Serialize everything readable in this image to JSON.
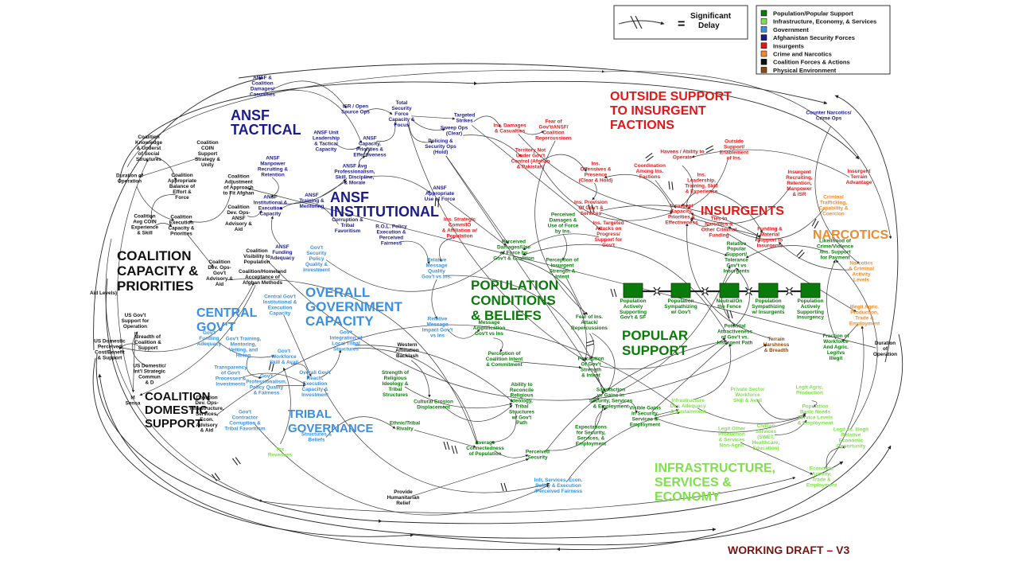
{
  "colors": {
    "population": "#0a7a0a",
    "infrastructure": "#7ee04a",
    "government": "#3a8fe0",
    "ansf": "#1b1b8a",
    "insurgents": "#e01818",
    "narcotics": "#f08a2c",
    "coalition": "#111111",
    "physical": "#8a4a10",
    "stock_fill": "#0a7a0a"
  },
  "legend": {
    "delay_label": "Significant Delay",
    "delay_equals": "=",
    "items": [
      {
        "label": "Population/Popular Support",
        "color": "#0a7a0a"
      },
      {
        "label": "Infrastructure, Economy, & Services",
        "color": "#7ee04a"
      },
      {
        "label": "Government",
        "color": "#3a8fe0"
      },
      {
        "label": "Afghanistan Security Forces",
        "color": "#1b1b8a"
      },
      {
        "label": "Insurgents",
        "color": "#e01818"
      },
      {
        "label": "Crime and Narcotics",
        "color": "#f08a2c"
      },
      {
        "label": "Coalition Forces & Actions",
        "color": "#111111"
      },
      {
        "label": "Physical Environment",
        "color": "#8a4a10"
      }
    ]
  },
  "footer": {
    "draft_label": "WORKING DRAFT – V3"
  },
  "regions": [
    {
      "lines": [
        "ANSF",
        "TACTICAL"
      ],
      "group": "ansf"
    },
    {
      "lines": [
        "ANSF",
        "INSTITUTIONAL"
      ],
      "group": "ansf"
    },
    {
      "lines": [
        "OUTSIDE SUPPORT",
        "TO INSURGENT",
        "FACTIONS"
      ],
      "group": "insurgents"
    },
    {
      "lines": [
        "INSURGENTS"
      ],
      "group": "insurgents"
    },
    {
      "lines": [
        "NARCOTICS"
      ],
      "group": "narcotics"
    },
    {
      "lines": [
        "COALITION",
        "CAPACITY &",
        "PRIORITIES"
      ],
      "group": "coalition"
    },
    {
      "lines": [
        "OVERALL",
        "GOVERNMENT",
        "CAPACITY"
      ],
      "group": "government"
    },
    {
      "lines": [
        "CENTRAL",
        "GOV'T"
      ],
      "group": "government"
    },
    {
      "lines": [
        "POPULATION",
        "CONDITIONS",
        "& BELIEFS"
      ],
      "group": "population"
    },
    {
      "lines": [
        "POPULAR",
        "SUPPORT"
      ],
      "group": "population"
    },
    {
      "lines": [
        "COALITION",
        "DOMESTIC",
        "SUPPORT"
      ],
      "group": "coalition"
    },
    {
      "lines": [
        "TRIBAL",
        "GOVERNANCE"
      ],
      "group": "government"
    },
    {
      "lines": [
        "INFRASTRUCTURE,",
        "SERVICES &",
        "ECONOMY"
      ],
      "group": "infrastructure"
    }
  ],
  "stocks": [
    {
      "label": [
        "Population",
        "Actively",
        "Supporting",
        "Gov't & SF"
      ]
    },
    {
      "label": [
        "Population",
        "Sympathizing",
        "w/ Gov't"
      ]
    },
    {
      "label": [
        "Neutral/On",
        "the Fence"
      ]
    },
    {
      "label": [
        "Population",
        "Sympathizing",
        "w/ Insurgents"
      ]
    },
    {
      "label": [
        "Population",
        "Actively",
        "Supporting",
        "Insurgency"
      ]
    }
  ],
  "nodes": [
    {
      "lines": [
        "ANSF &",
        "Coalition",
        "Damages/",
        "Casualties"
      ],
      "group": "ansf"
    },
    {
      "lines": [
        "ISR / Open",
        "Source Ops"
      ],
      "group": "ansf"
    },
    {
      "lines": [
        "Total",
        "Security",
        "Force",
        "Capacity &",
        "Focus"
      ],
      "group": "ansf"
    },
    {
      "lines": [
        "Targeted",
        "Strikes"
      ],
      "group": "ansf"
    },
    {
      "lines": [
        "Sweep Ops",
        "(Clear)"
      ],
      "group": "ansf"
    },
    {
      "lines": [
        "Policing &",
        "Security Ops",
        "(Hold)"
      ],
      "group": "ansf"
    },
    {
      "lines": [
        "ANSF Unit",
        "Leadership",
        "& Tactical",
        "Capacity"
      ],
      "group": "ansf"
    },
    {
      "lines": [
        "ANSF",
        "Capacity,",
        "Priorities &",
        "Effectiveness"
      ],
      "group": "ansf"
    },
    {
      "lines": [
        "ANSF",
        "Manpower",
        "Recruiting &",
        "Retention"
      ],
      "group": "ansf"
    },
    {
      "lines": [
        "ANSF Avg",
        "Professionalism,",
        "Skill, Discipline,",
        "& Morale"
      ],
      "group": "ansf"
    },
    {
      "lines": [
        "ANSF",
        "Training &",
        "Mentoring"
      ],
      "group": "ansf"
    },
    {
      "lines": [
        "ANSF",
        "Institutional &",
        "Execution",
        "Capacity"
      ],
      "group": "ansf"
    },
    {
      "lines": [
        "Corruption &",
        "Tribal",
        "Favoritism"
      ],
      "group": "ansf"
    },
    {
      "lines": [
        "R.O.L. Policy",
        "Execution &",
        "Perceived",
        "Fairness"
      ],
      "group": "ansf"
    },
    {
      "lines": [
        "ANSF",
        "Funding",
        "Adequacy"
      ],
      "group": "ansf"
    },
    {
      "lines": [
        "ANSF",
        "Appropriate",
        "Use of Force"
      ],
      "group": "ansf"
    },
    {
      "lines": [
        "Ins. Damages",
        "& Casualties"
      ],
      "group": "insurgents"
    },
    {
      "lines": [
        "Fear of",
        "Gov't/ANSF/",
        "Coalition",
        "Repercussions"
      ],
      "group": "insurgents"
    },
    {
      "lines": [
        "Territory Not",
        "Under Gov't",
        "Control (Afghan",
        "& Pakistan)"
      ],
      "group": "insurgents"
    },
    {
      "lines": [
        "Ins.",
        "Offensives &",
        "Presence",
        "(Clear & Hold)"
      ],
      "group": "insurgents"
    },
    {
      "lines": [
        "Ins. Provision",
        "Of Gov't &",
        "Services"
      ],
      "group": "insurgents"
    },
    {
      "lines": [
        "Ins. Targeted",
        "Attacks on",
        "Progress/",
        "Support for",
        "Gov't"
      ],
      "group": "insurgents"
    },
    {
      "lines": [
        "Ins. Strategic",
        "Comm/IO",
        "& Affiliation w/",
        "Population"
      ],
      "group": "insurgents"
    },
    {
      "lines": [
        "Havens / Ability to",
        "Operate"
      ],
      "group": "insurgents"
    },
    {
      "lines": [
        "Outside",
        "Support/",
        "Enablement",
        "of Ins."
      ],
      "group": "insurgents"
    },
    {
      "lines": [
        "Coordination",
        "Among Ins.",
        "Factions"
      ],
      "group": "insurgents"
    },
    {
      "lines": [
        "Ins.",
        "Leadership,",
        "Training, Skill",
        "& Experience"
      ],
      "group": "insurgents"
    },
    {
      "lines": [
        "Insurgent",
        "Capacity,",
        "Priorities &",
        "Effectiveness"
      ],
      "group": "insurgents"
    },
    {
      "lines": [
        "Insurgent",
        "Recruiting,",
        "Retention,",
        "Manpower",
        "& ISR"
      ],
      "group": "insurgents"
    },
    {
      "lines": [
        "Ties to",
        "Narcotics &",
        "Other Criminal",
        "Funding"
      ],
      "group": "insurgents"
    },
    {
      "lines": [
        "Funding &",
        "Material",
        "Support to",
        "Insurgents"
      ],
      "group": "insurgents"
    },
    {
      "lines": [
        "Insurgent",
        "Terrain",
        "Advantage"
      ],
      "group": "insurgents"
    },
    {
      "lines": [
        "Counter Narcotics/",
        "Crime Ops"
      ],
      "group": "ansf"
    },
    {
      "lines": [
        "Criminal",
        "Trafficking,",
        "Capability &",
        "Coercion"
      ],
      "group": "narcotics"
    },
    {
      "lines": [
        "Narcotics",
        "& Criminal",
        "Activity",
        "Levels"
      ],
      "group": "narcotics"
    },
    {
      "lines": [
        "Illegit Agric.",
        "Production,",
        "Trade &",
        "Employment"
      ],
      "group": "narcotics"
    },
    {
      "lines": [
        "Likelihood of",
        "Crime/Violence",
        "/Ins. Support",
        "for Payment"
      ],
      "group": "population"
    },
    {
      "lines": [
        "Relative",
        "Popular",
        "Support/",
        "Tolerance",
        "Gov't vs",
        "Insurgents"
      ],
      "group": "population"
    },
    {
      "lines": [
        "Perceived",
        "Damages/Use",
        "of Force by",
        "Gov't & Coalition"
      ],
      "group": "population"
    },
    {
      "lines": [
        "Perceived",
        "Damages &",
        "Use of Force",
        "by Ins."
      ],
      "group": "population"
    },
    {
      "lines": [
        "Perception of",
        "Insurgent",
        "Strength &",
        "Intent"
      ],
      "group": "population"
    },
    {
      "lines": [
        "Relative",
        "Message",
        "Quality",
        "Gov't vs Ins."
      ],
      "group": "government"
    },
    {
      "lines": [
        "Relative",
        "Message",
        "Impact Gov't",
        "vs Ins"
      ],
      "group": "government"
    },
    {
      "lines": [
        "Message",
        "Amplification",
        "Gov't vs Ins"
      ],
      "group": "population"
    },
    {
      "lines": [
        "Fear of Ins.",
        "Attack/",
        "Repercussions"
      ],
      "group": "population"
    },
    {
      "lines": [
        "Perception of",
        "Coalition Intent",
        "& Commitment"
      ],
      "group": "population"
    },
    {
      "lines": [
        "Perception",
        "Of Gov't",
        "Strength",
        "& Intent"
      ],
      "group": "population"
    },
    {
      "lines": [
        "Potential",
        "Attractiveness",
        "of Gov't vs.",
        "Insurgent Path"
      ],
      "group": "population"
    },
    {
      "lines": [
        "Terrain",
        "Harshness",
        "& Breadth"
      ],
      "group": "physical"
    },
    {
      "lines": [
        "Fraction of",
        "Workforce",
        "And Agric.",
        "Legitvs",
        "Illegit"
      ],
      "group": "population"
    },
    {
      "lines": [
        "Duration",
        "of",
        "Operation"
      ],
      "group": "coalition"
    },
    {
      "lines": [
        "Strength of",
        "Religious",
        "Ideology &",
        "Tribal",
        "Structures"
      ],
      "group": "population"
    },
    {
      "lines": [
        "Cultural Erosion",
        "Displacement"
      ],
      "group": "population"
    },
    {
      "lines": [
        "Ability to",
        "Reconcile",
        "Religious",
        "Ideology,",
        "Tribal",
        "Structures",
        "w/ Gov't",
        "Path"
      ],
      "group": "population"
    },
    {
      "lines": [
        "Western",
        "Affiliation",
        "Backlash"
      ],
      "group": "coalition"
    },
    {
      "lines": [
        "Ethnic/Tribal",
        "Rivalry"
      ],
      "group": "population"
    },
    {
      "lines": [
        "Average",
        "Connectedness",
        "of Population"
      ],
      "group": "population"
    },
    {
      "lines": [
        "Perceived",
        "Security"
      ],
      "group": "population"
    },
    {
      "lines": [
        "Satisfaction",
        "w/ Gains in",
        "Security, Services",
        "& Employment"
      ],
      "group": "population"
    },
    {
      "lines": [
        "Expectations",
        "for Security,",
        "Services, &",
        "Employment"
      ],
      "group": "population"
    },
    {
      "lines": [
        "Visible Gains",
        "In Security,",
        "Services &",
        "Employment"
      ],
      "group": "population"
    },
    {
      "lines": [
        "Infrastructure",
        "Dev. Adequacy",
        "& Sustainment"
      ],
      "group": "infrastructure"
    },
    {
      "lines": [
        "Private Sector",
        "Workforce",
        "Skill & Avail"
      ],
      "group": "infrastructure"
    },
    {
      "lines": [
        "Legit Agric.",
        "Production"
      ],
      "group": "infrastructure"
    },
    {
      "lines": [
        "Population",
        "Basic Needs",
        "Service Levels",
        "& Employment"
      ],
      "group": "infrastructure"
    },
    {
      "lines": [
        "Legit Other",
        "Production",
        "& Services",
        "Non-Agric"
      ],
      "group": "infrastructure"
    },
    {
      "lines": [
        "Civilian",
        "Services",
        "(SWET,",
        "Healthcare,",
        "Education)"
      ],
      "group": "infrastructure"
    },
    {
      "lines": [
        "Legit vs. Illegit",
        "Relative",
        "Economic",
        "Opportunity"
      ],
      "group": "infrastructure"
    },
    {
      "lines": [
        "Economic",
        "Activity,",
        "Trade &",
        "Employment"
      ],
      "group": "infrastructure"
    },
    {
      "lines": [
        "Infr, Services, Econ.",
        "Policy & Execution",
        "/Perceived Fairness"
      ],
      "group": "government"
    },
    {
      "lines": [
        "Provide",
        "Humanitarian",
        "Relief"
      ],
      "group": "coalition"
    },
    {
      "lines": [
        "Tax",
        "Revenues"
      ],
      "group": "infrastructure"
    },
    {
      "lines": [
        "Gov't",
        "Contractor",
        "Corruption &",
        "Tribal Favoritism"
      ],
      "group": "government"
    },
    {
      "lines": [
        "Coalition",
        "Dev. Ops-",
        "Infrastructure,",
        "Services,",
        "Econ.",
        "Advisory",
        "& Aid"
      ],
      "group": "coalition"
    },
    {
      "lines": [
        "Transparency",
        "of Gov't",
        "Processes &",
        "Investments"
      ],
      "group": "government"
    },
    {
      "lines": [
        "Gov't",
        "Professionalism,",
        "Policy Quality",
        "& Fairness"
      ],
      "group": "government"
    },
    {
      "lines": [
        "Overall Gov't",
        "Reach,",
        "Execution",
        "Capacity &",
        "Investment"
      ],
      "group": "government"
    },
    {
      "lines": [
        "Gov't Training,",
        "Mentoring,",
        "Vetting, and",
        "Hiring"
      ],
      "group": "government"
    },
    {
      "lines": [
        "Gov't",
        "Workforce",
        "Skill & Avail"
      ],
      "group": "government"
    },
    {
      "lines": [
        "Gov't",
        "Integration of",
        "Local Tribal",
        "Structures"
      ],
      "group": "government"
    },
    {
      "lines": [
        "Central Gov't",
        "Institutional &",
        "Execution",
        "Capacity"
      ],
      "group": "government"
    },
    {
      "lines": [
        "Gov't",
        "Funding",
        "Adequacy"
      ],
      "group": "government"
    },
    {
      "lines": [
        "Gov't",
        "Security",
        "Policy",
        "Quality &",
        "Investment"
      ],
      "group": "government"
    },
    {
      "lines": [
        "Structures &",
        "Beliefs"
      ],
      "group": "government"
    },
    {
      "lines": [
        "Coalition",
        "Knowledge",
        "& Underst",
        "of Social",
        "Structures"
      ],
      "group": "coalition"
    },
    {
      "lines": [
        "Coalition",
        "COIN",
        "Support",
        "Strategy &",
        "Unity"
      ],
      "group": "coalition"
    },
    {
      "lines": [
        "Duration of",
        "Operation"
      ],
      "group": "coalition"
    },
    {
      "lines": [
        "Coalition",
        "Appropriate",
        "Balance of",
        "Effort &",
        "Force"
      ],
      "group": "coalition"
    },
    {
      "lines": [
        "Coalition",
        "Adjustment",
        "of Approach",
        "to Fit Afghan"
      ],
      "group": "coalition"
    },
    {
      "lines": [
        "Coalition",
        "Avg COIN",
        "Experience",
        "& Skill"
      ],
      "group": "coalition"
    },
    {
      "lines": [
        "Coalition",
        "Execution",
        "Capacity &",
        "Priorities"
      ],
      "group": "coalition"
    },
    {
      "lines": [
        "Coalition",
        "Dev. Ops-",
        "ANSF",
        "Advisory &",
        "Aid"
      ],
      "group": "coalition"
    },
    {
      "lines": [
        "Coalition",
        "Visibility to",
        "Population"
      ],
      "group": "coalition"
    },
    {
      "lines": [
        "Coalition",
        "Dev. Ops-",
        "Gov't",
        "Advisory &",
        "Aid"
      ],
      "group": "coalition"
    },
    {
      "lines": [
        "Coalition/Homeland",
        "Acceptance of",
        "Afghan Methods"
      ],
      "group": "coalition"
    },
    {
      "lines": [
        "US Gov't",
        "Support for",
        "Operation"
      ],
      "group": "coalition"
    },
    {
      "lines": [
        "Breadth of",
        "Coalition &",
        "Support"
      ],
      "group": "coalition"
    },
    {
      "lines": [
        "US Domestic",
        "Perceived",
        "Cost/Benefit",
        "& Support"
      ],
      "group": "coalition"
    },
    {
      "lines": [
        "US Domestic/",
        "Int'l Strategic",
        "Commun",
        "& D"
      ],
      "group": "coalition"
    },
    {
      "lines": [
        "M",
        "Sensa"
      ],
      "group": "coalition"
    },
    {
      "lines": [
        "Aid Levels)"
      ],
      "group": "coalition"
    }
  ]
}
